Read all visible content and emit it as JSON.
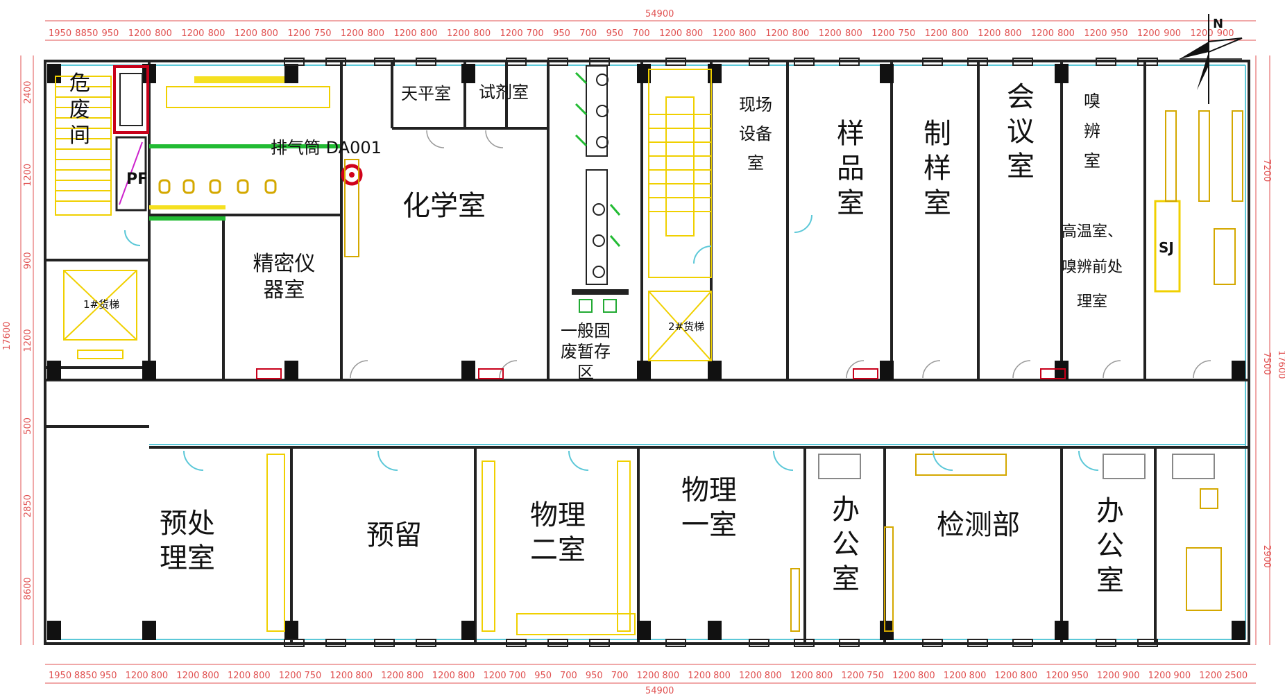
{
  "rooms": {
    "hazardous_waste": "危废间",
    "balance_room": "天平室",
    "reagent_room": "试剂室",
    "chemistry_room": "化学室",
    "precision_instrument": "精密仪器室",
    "general_solid_waste": "一般固废暂存区",
    "field_equipment": "现场设备室",
    "sample_room": "样品室",
    "sample_prep": "制样室",
    "meeting_room": "会议室",
    "olfactory_room": "嗅辨室",
    "high_temp_room": "高温室、嗅辨前处理室",
    "pretreatment": "预处理室",
    "reserved": "预留",
    "physics_two": "物理二室",
    "physics_one": "物理一室",
    "office_left": "办公室",
    "inspection_dept": "检测部",
    "office_right": "办公室"
  },
  "labels": {
    "exhaust_stack": "排气筒 DA001",
    "pf": "PF",
    "elevator_1": "1#货梯",
    "elevator_2": "2#货梯",
    "sj": "SJ",
    "north": "N"
  },
  "dimensions": {
    "total": "54900",
    "top_segments": [
      "1950",
      "8850",
      "950",
      "1200",
      "800",
      "1200",
      "800",
      "1200",
      "800",
      "1200",
      "750",
      "1200",
      "800",
      "1200",
      "800",
      "1200",
      "800",
      "1200",
      "700",
      "950",
      "700",
      "950",
      "700",
      "1200",
      "800",
      "1200",
      "800",
      "1200",
      "800",
      "1200",
      "800",
      "1200",
      "750",
      "1200",
      "800",
      "1200",
      "800",
      "1200",
      "800",
      "1200",
      "950",
      "1200",
      "900",
      "1200",
      "900"
    ],
    "bottom_segments": [
      "1950",
      "8850",
      "950",
      "1200",
      "800",
      "1200",
      "800",
      "1200",
      "800",
      "1200",
      "750",
      "1200",
      "800",
      "1200",
      "800",
      "1200",
      "800",
      "1200",
      "700",
      "950",
      "700",
      "950",
      "700",
      "1200",
      "800",
      "1200",
      "800",
      "1200",
      "800",
      "1200",
      "800",
      "1200",
      "750",
      "1200",
      "800",
      "1200",
      "800",
      "1200",
      "800",
      "1200",
      "950",
      "1200",
      "900",
      "1200",
      "900",
      "1200",
      "2500"
    ],
    "left_segments": [
      "2400",
      "1200",
      "900",
      "1200",
      "500",
      "2850",
      "8600"
    ],
    "left_total": "17600",
    "right_segments": [
      "7200",
      "7500",
      "2900"
    ],
    "right_total": "17600"
  }
}
